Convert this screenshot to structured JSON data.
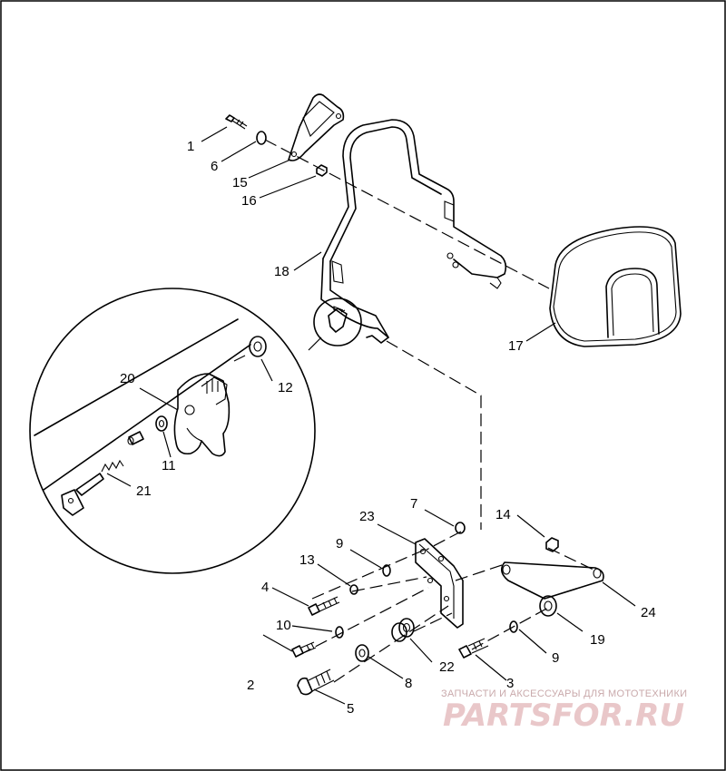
{
  "diagram": {
    "callouts": [
      {
        "id": "c1",
        "text": "1"
      },
      {
        "id": "c2",
        "text": "2"
      },
      {
        "id": "c3",
        "text": "3"
      },
      {
        "id": "c4",
        "text": "4"
      },
      {
        "id": "c5",
        "text": "5"
      },
      {
        "id": "c6",
        "text": "6"
      },
      {
        "id": "c7",
        "text": "7"
      },
      {
        "id": "c8",
        "text": "8"
      },
      {
        "id": "c9a",
        "text": "9"
      },
      {
        "id": "c9b",
        "text": "9"
      },
      {
        "id": "c10",
        "text": "10"
      },
      {
        "id": "c11",
        "text": "11"
      },
      {
        "id": "c12",
        "text": "12"
      },
      {
        "id": "c13",
        "text": "13"
      },
      {
        "id": "c14",
        "text": "14"
      },
      {
        "id": "c15",
        "text": "15"
      },
      {
        "id": "c16",
        "text": "16"
      },
      {
        "id": "c17",
        "text": "17"
      },
      {
        "id": "c18",
        "text": "18"
      },
      {
        "id": "c19",
        "text": "19"
      },
      {
        "id": "c20",
        "text": "20"
      },
      {
        "id": "c21",
        "text": "21"
      },
      {
        "id": "c22",
        "text": "22"
      },
      {
        "id": "c23",
        "text": "23"
      },
      {
        "id": "c24",
        "text": "24"
      }
    ]
  },
  "watermark": {
    "subtitle": "ЗАПЧАСТИ И АКСЕССУАРЫ ДЛЯ МОТОТЕХНИКИ",
    "logo": "PARTSFOR.RU"
  }
}
